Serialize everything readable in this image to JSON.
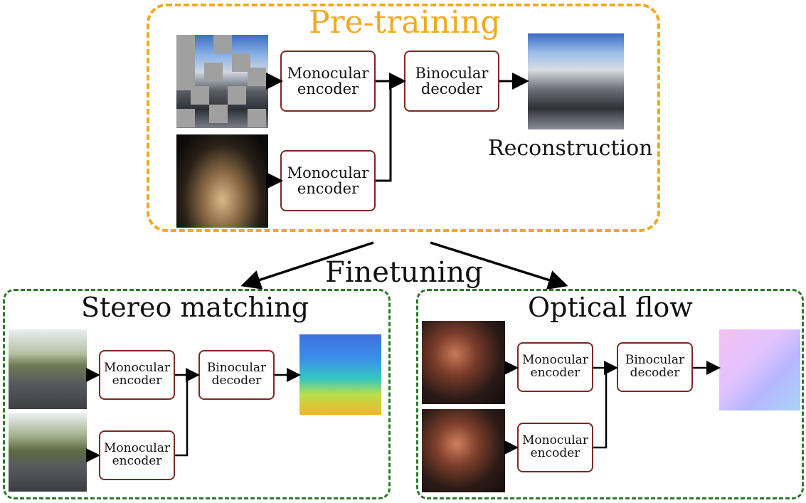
{
  "titles": {
    "pretraining": "Pre-training",
    "finetuning": "Finetuning",
    "stereo": "Stereo matching",
    "flow": "Optical flow",
    "reconstruction": "Reconstruction"
  },
  "boxes": {
    "monocular_l1": "Monocular",
    "monocular_l2": "encoder",
    "binocular_l1": "Binocular",
    "binocular_l2": "decoder"
  },
  "colors": {
    "pretraining_frame": "#f0aa1e",
    "finetuning_frame": "#2b7a2b",
    "box_border": "#7a2a22"
  }
}
